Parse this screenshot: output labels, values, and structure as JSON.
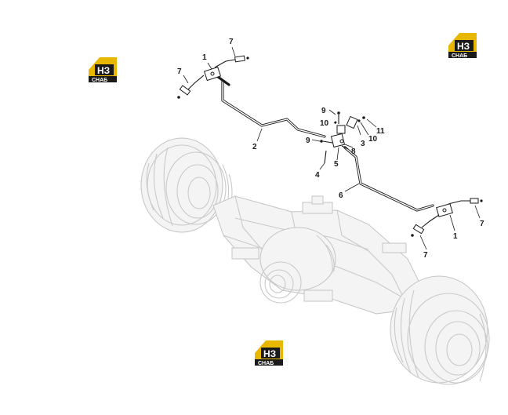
{
  "watermark": {
    "line1": "НЗ",
    "line2": "СНАБ",
    "color_gold": "#e8b800",
    "color_dark": "#1a1a1a"
  },
  "callouts": [
    {
      "id": "c1a",
      "text": "1"
    },
    {
      "id": "c7a",
      "text": "7"
    },
    {
      "id": "c7b",
      "text": "7"
    },
    {
      "id": "c2",
      "text": "2"
    },
    {
      "id": "c9a",
      "text": "9"
    },
    {
      "id": "c10a",
      "text": "10"
    },
    {
      "id": "c9b",
      "text": "9"
    },
    {
      "id": "c3",
      "text": "3"
    },
    {
      "id": "c11",
      "text": "11"
    },
    {
      "id": "c10b",
      "text": "10"
    },
    {
      "id": "c8",
      "text": "8"
    },
    {
      "id": "c5",
      "text": "5"
    },
    {
      "id": "c4",
      "text": "4"
    },
    {
      "id": "c6",
      "text": "6"
    },
    {
      "id": "c7c",
      "text": "7"
    },
    {
      "id": "c1b",
      "text": "1"
    },
    {
      "id": "c7d",
      "text": "7"
    }
  ]
}
